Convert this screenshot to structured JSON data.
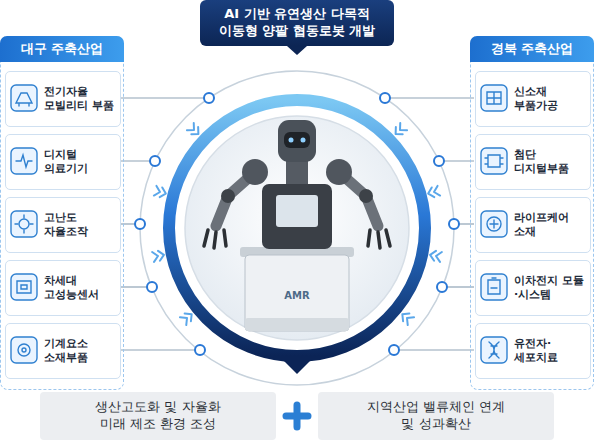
{
  "diagram": {
    "nodes": [
      {
        "text": [
          "AI 기반 유연생산 다목적 이동형 양팔 협동로봇 개발"
        ]
      },
      {
        "text": [
          "대구 주축산업"
        ]
      },
      {
        "text": [
          "전기자율 모빌리티 부품"
        ],
        "in": 1
      },
      {
        "text": [
          "디지털 의료기기"
        ],
        "in": 1
      },
      {
        "text": [
          "고난도 자율조작"
        ],
        "in": 1
      },
      {
        "text": [
          "차세대 고성능센서"
        ],
        "in": 1
      },
      {
        "text": [
          "기계요소 소재부품"
        ],
        "in": 1
      },
      {
        "text": [
          "경북 주축산업"
        ]
      },
      {
        "text": [
          "신소재 부품가공"
        ],
        "in": 7
      },
      {
        "text": [
          "첨단 디지털부품"
        ],
        "in": 7
      },
      {
        "text": [
          "라이프케어 소재"
        ],
        "in": 7
      },
      {
        "text": [
          "이차전지 모듈·시스템"
        ],
        "in": 7
      },
      {
        "text": [
          "유전자· 세포치료"
        ],
        "in": 7
      },
      {
        "text": [
          "생산고도화 및 자율화 미래 제조 환경 조성"
        ]
      },
      {
        "text": [
          "지역산업 밸류체인 연계 및 성과확산"
        ]
      }
    ],
    "labels": [
      "AMR"
    ]
  }
}
